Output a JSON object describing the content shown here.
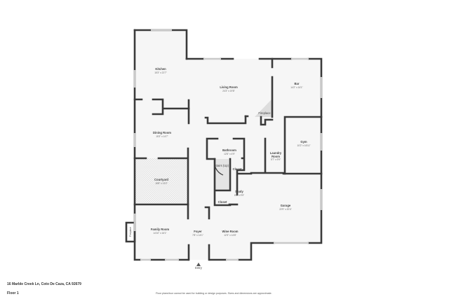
{
  "address": "16 Marble Creek Ln, Coto De Caza, CA 92679",
  "floor": "Floor 1",
  "disclaimer": "Floor plans/tour cannot be used for building or design purposes. Sizes and dimensions are approximate.",
  "entry": "Entry",
  "rooms": {
    "kitchen": {
      "name": "Kitchen",
      "dims": "15'3\" x 22'7\""
    },
    "living": {
      "name": "Living Room",
      "dims": "24'3\" x 19'8\""
    },
    "bar": {
      "name": "Bar",
      "dims": "14'2\" x 16'1\""
    },
    "fireplace1": {
      "name": "Fireplace"
    },
    "dining": {
      "name": "Dining Room",
      "dims": "15'3\" x 14'7\""
    },
    "bathroom": {
      "name": "Bathroom",
      "dims": "12'8\" x 4'9\""
    },
    "laundry": {
      "name": "Laundry",
      "name2": "Room",
      "dims": "5'7\" x 9'9\""
    },
    "gym": {
      "name": "Gym",
      "dims": "10'2\" x 16'11\""
    },
    "stairs": {
      "name": "Stairs (Up)"
    },
    "closet1": {
      "name": "Closet"
    },
    "closet2": {
      "name": "Closet"
    },
    "courtyard": {
      "name": "Courtyard",
      "dims": "15'8\" x 13'2\""
    },
    "study": {
      "name": "Study",
      "dims": "6'9\" x 9'9\""
    },
    "garage": {
      "name": "Garage",
      "dims": "22'9\" x 20'4\""
    },
    "family": {
      "name": "Family Room",
      "dims": "14'10\" x 16'1\""
    },
    "foyer": {
      "name": "Foyer",
      "dims": "7'8\" x 14'1\""
    },
    "wine": {
      "name": "Wine Room",
      "dims": "12'3\" x 14'8\""
    },
    "fireplace2": {
      "name": "Fireplace"
    }
  }
}
